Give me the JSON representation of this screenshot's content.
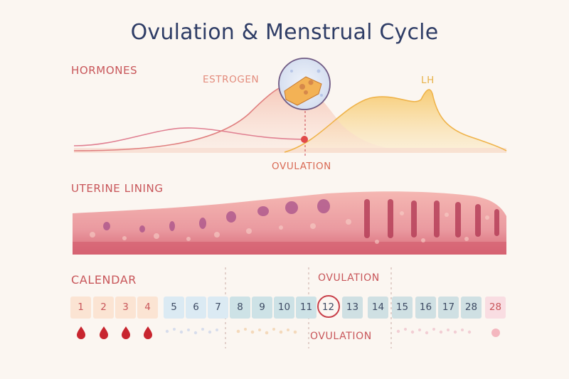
{
  "title": "Ovulation & Menstrual Cycle",
  "sections": {
    "hormones": "HORMONES",
    "uterine_lining": "UTERINE LINING",
    "calendar": "CALENDAR"
  },
  "curves": {
    "estrogen": "ESTROGEN",
    "lh": "LH"
  },
  "ovulation_labels": {
    "hormones": "OVULATION",
    "calendar_top": "OVULATION",
    "calendar_bottom": "OVULATION"
  },
  "calendar_days": [
    "1",
    "2",
    "3",
    "4",
    "5",
    "6",
    "7",
    "8",
    "9",
    "10",
    "11",
    "12",
    "13",
    "14",
    "15",
    "16",
    "17",
    "28",
    "28"
  ],
  "highlighted_day": "12",
  "colors": {
    "estrogen": "#e38b7c",
    "lh": "#f2bd55",
    "menses": "#c8252f",
    "title": "#2f3d66",
    "ovulation_ring": "#c8404a"
  }
}
